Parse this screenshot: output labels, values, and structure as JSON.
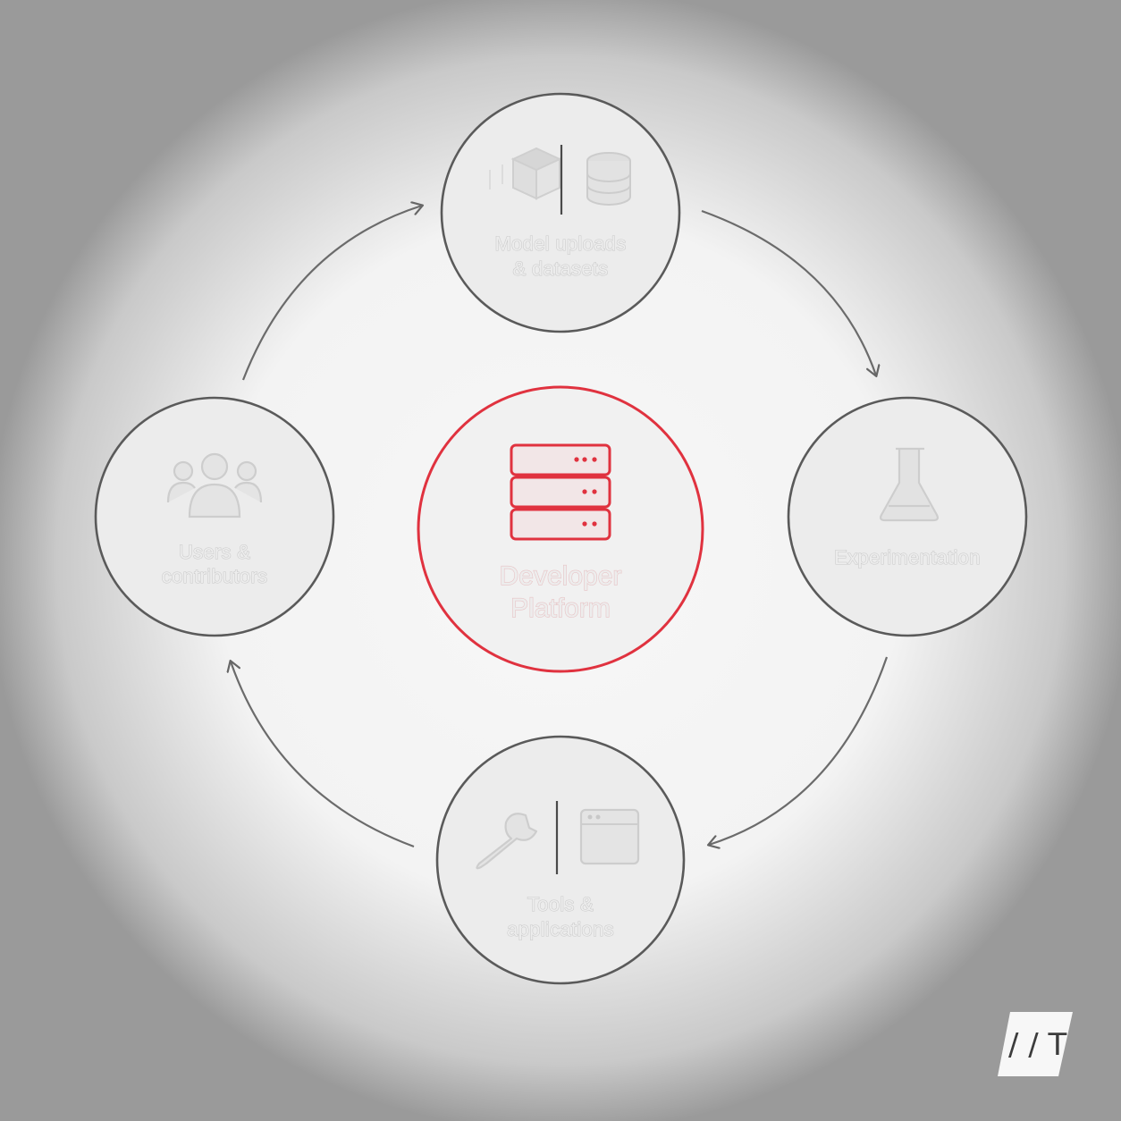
{
  "diagram": {
    "center_node": {
      "label_line1": "Developer",
      "label_line2": "Platform",
      "icon": "server-stack-icon",
      "accent_color": "#e0323f"
    },
    "nodes": [
      {
        "id": "top",
        "label_line1": "Model uploads",
        "label_line2": "& datasets",
        "icons": [
          "cube-icon",
          "database-icon"
        ]
      },
      {
        "id": "right",
        "label_line1": "Experimentation",
        "label_line2": "",
        "icons": [
          "flask-icon"
        ]
      },
      {
        "id": "bottom",
        "label_line1": "Tools &",
        "label_line2": "applications",
        "icons": [
          "wrench-icon",
          "app-window-icon"
        ]
      },
      {
        "id": "left",
        "label_line1": "Users &",
        "label_line2": "contributors",
        "icons": [
          "users-icon"
        ]
      }
    ],
    "cycle_direction": "clockwise",
    "node_border_color": "#555555",
    "arrow_color": "#666666"
  },
  "logo": {
    "text": "/ / T"
  }
}
